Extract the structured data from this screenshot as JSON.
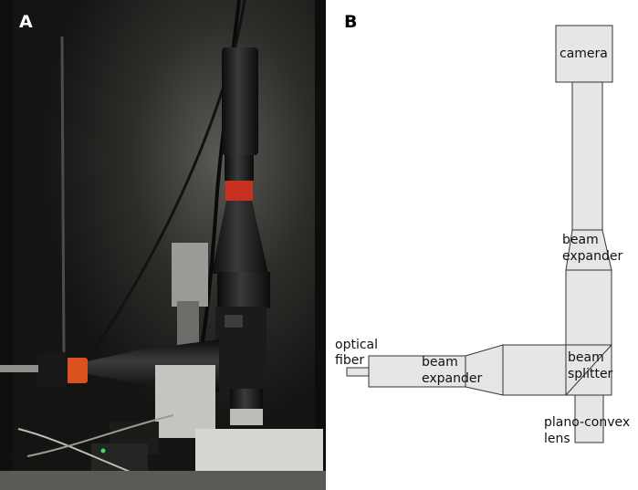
{
  "panels": {
    "a": {
      "letter": "A"
    },
    "b": {
      "letter": "B"
    }
  },
  "labels": {
    "camera": "camera",
    "beam_expander_top_1": "beam",
    "beam_expander_top_2": "expander",
    "optical_fiber_1": "optical",
    "optical_fiber_2": "fiber",
    "beam_expander_left_1": "beam",
    "beam_expander_left_2": "expander",
    "beam_splitter_1": "beam",
    "beam_splitter_2": "splitter",
    "plano_convex_1": "plano-convex",
    "plano_convex_2": "lens"
  },
  "colors": {
    "component_fill": "#e6e6e6",
    "outline": "#333333",
    "lens_ring": "#c8311f",
    "lens_ring_orange": "#d9531e"
  }
}
